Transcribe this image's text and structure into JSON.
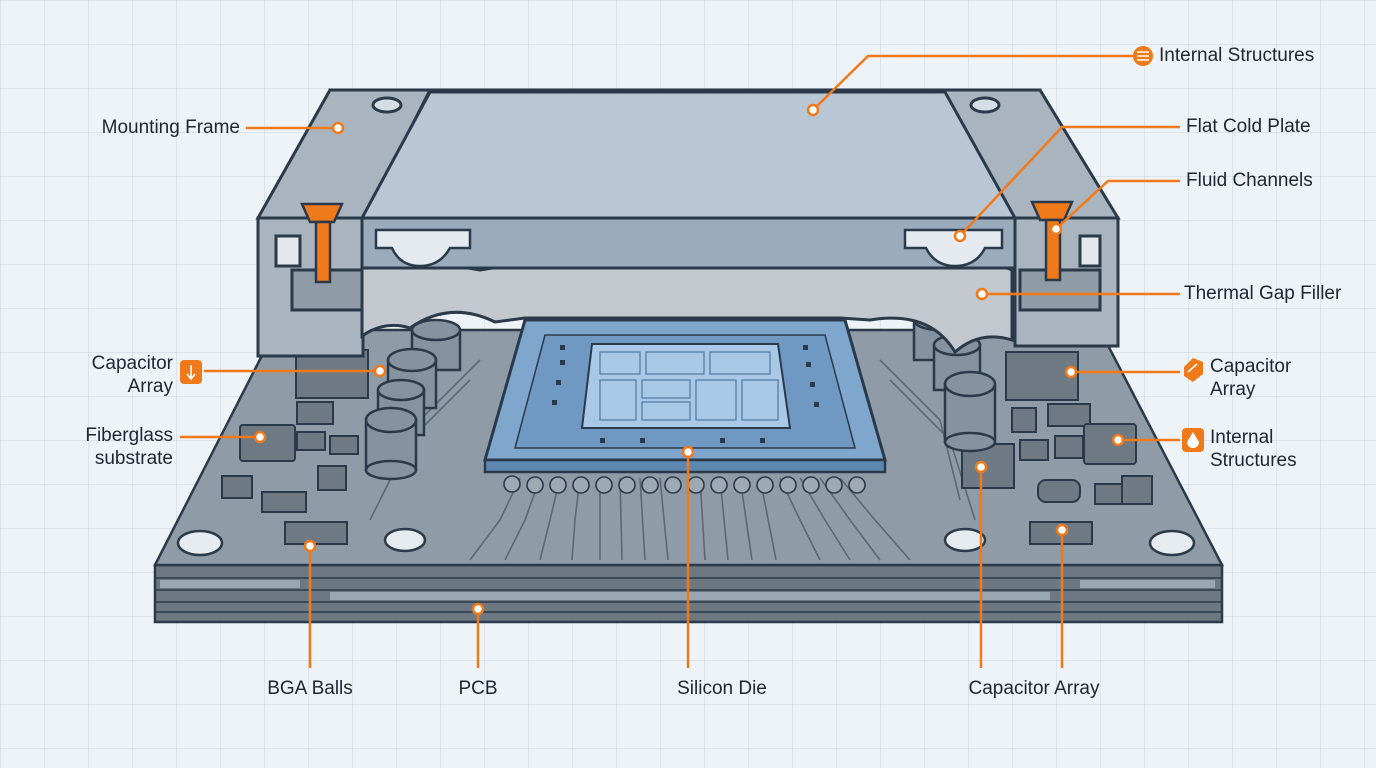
{
  "diagram": {
    "labels": {
      "internal_structures_top": "Internal Structures",
      "mounting_frame": "Mounting Frame",
      "flat_cold_plate": "Flat Cold Plate",
      "fluid_channels": "Fluid Channels",
      "thermal_gap_filler": "Thermal Gap Filler",
      "capacitor_array_left": "Capacitor\nArray",
      "capacitor_array_right": "Capacitor\nArray",
      "fiberglass_substrate": "Fiberglass\nsubstrate",
      "internal_structures_right": "Internal\nStructures",
      "bga_balls": "BGA Balls",
      "pcb": "PCB",
      "silicon_die": "Silicon Die",
      "capacitor_array_bottom": "Capacitor Array"
    },
    "colors": {
      "accent": "#f07a1a",
      "outline": "#2b3a4a",
      "board": "#8f9ba6",
      "frame": "#a9b4bf",
      "plate": "#b9c7d4",
      "die": "#7fa6cc",
      "gap_filler": "#c3c8ce"
    },
    "icons": [
      "plug-icon",
      "sparkle-icon",
      "drop-icon",
      "shield-icon"
    ]
  }
}
